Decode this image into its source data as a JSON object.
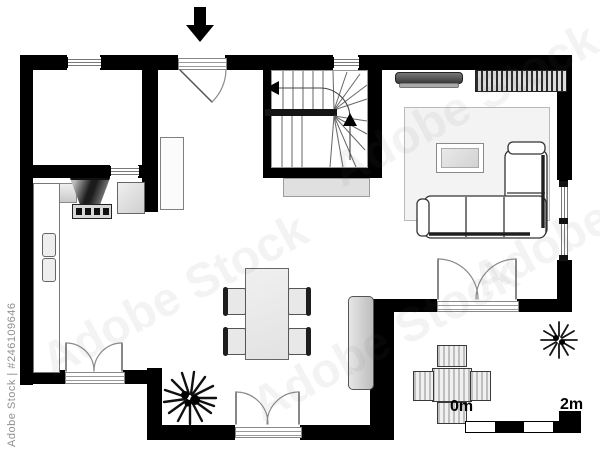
{
  "title": "Black and white architectural floor plan, top view",
  "watermark": {
    "side_text": "Adobe Stock | #246109646",
    "diagonal_text": "Adobe Stock",
    "color": "#8f8f8f"
  },
  "scale_bar": {
    "start_label": "0m",
    "end_label": "2m"
  },
  "colors": {
    "wall": "#000000",
    "background": "#ffffff",
    "furniture_outline": "#444444",
    "rug": "#f3f3f3",
    "counter_gray": "#d9d9d9"
  },
  "icons": {
    "entrance_arrow": "down-arrow",
    "stair_direction_top": "left-arrow",
    "stair_direction_up": "up-arrow"
  }
}
